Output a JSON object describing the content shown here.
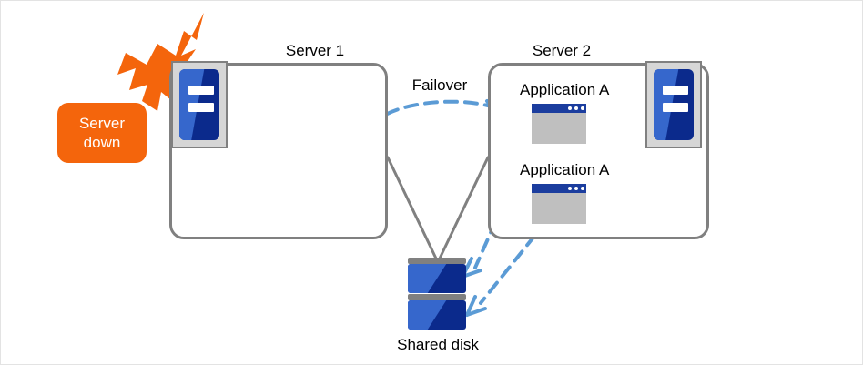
{
  "diagram": {
    "title_server1": "Server 1",
    "title_server2": "Server 2",
    "failover_label": "Failover",
    "shared_disk_label": "Shared disk",
    "server_down_line1": "Server",
    "server_down_line2": "down",
    "applications": [
      {
        "label": "Application A"
      },
      {
        "label": "Application A"
      }
    ],
    "colors": {
      "accent_orange": "#f4650c",
      "arrow_blue": "#5b9bd5",
      "box_gray": "#808080",
      "server_blue_dark": "#0b2a8c",
      "server_blue_light": "#3667cc",
      "app_body_gray": "#bfbfbf",
      "app_title_blue": "#1b3d9e"
    }
  }
}
